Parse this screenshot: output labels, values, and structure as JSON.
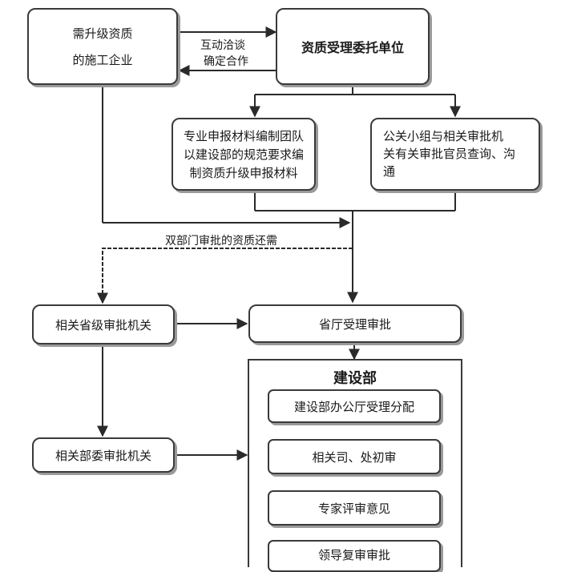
{
  "nodes": {
    "construction_company": {
      "line1": "需升级资质",
      "line2": "的施工企业"
    },
    "agency": {
      "label": "资质受理委托单位"
    },
    "prof_team": {
      "line1": "专业申报材料编制团队",
      "line2": "以建设部的规范要求编",
      "line3": "制资质升级申报材料"
    },
    "pr_group": {
      "line1": "公关小组与相关审批机",
      "line2": "关有关审批官员查询、沟",
      "line3": "通"
    },
    "prov_organ": {
      "label": "相关省级审批机关"
    },
    "prov_office": {
      "label": "省厅受理审批"
    },
    "ministry_organ": {
      "label": "相关部委审批机关"
    },
    "ministry": {
      "title": "建设部",
      "steps": [
        "建设部办公厅受理分配",
        "相关司、处初审",
        "专家评审意见",
        "领导复审审批"
      ]
    }
  },
  "edges": {
    "negotiate_line1": "互动洽谈",
    "negotiate_line2": "确定合作",
    "dual_approval": "双部门审批的资质还需"
  }
}
